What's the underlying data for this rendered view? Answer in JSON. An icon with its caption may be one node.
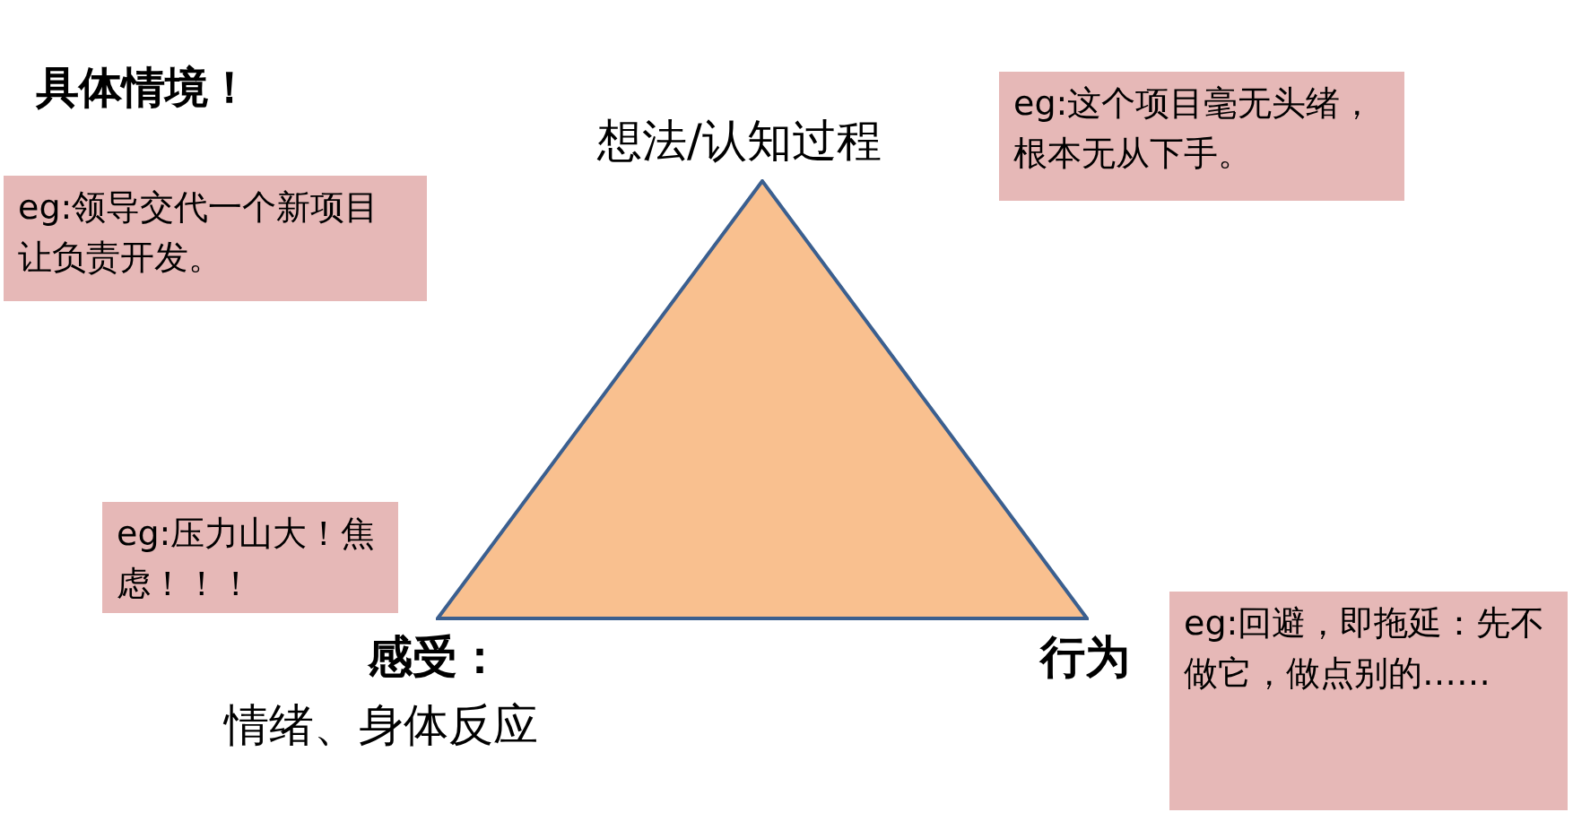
{
  "diagram": {
    "title": "具体情境！",
    "nodes": [
      {
        "text": [
          "eg:领导交代一个新项目让负责开发。"
        ]
      },
      {
        "text": [
          "eg:这个项目毫无头绪，根本无从下手。"
        ]
      },
      {
        "text": [],
        "shape": "triangle"
      },
      {
        "text": [
          "eg:压力山大！焦虑！！！"
        ]
      },
      {
        "text": [
          "eg:回避，即拖延：先不做它，做点别的……"
        ]
      }
    ],
    "edges": [],
    "labels": [
      "想法/认知过程",
      "感受：",
      "情绪、身体反应",
      "行为"
    ]
  }
}
